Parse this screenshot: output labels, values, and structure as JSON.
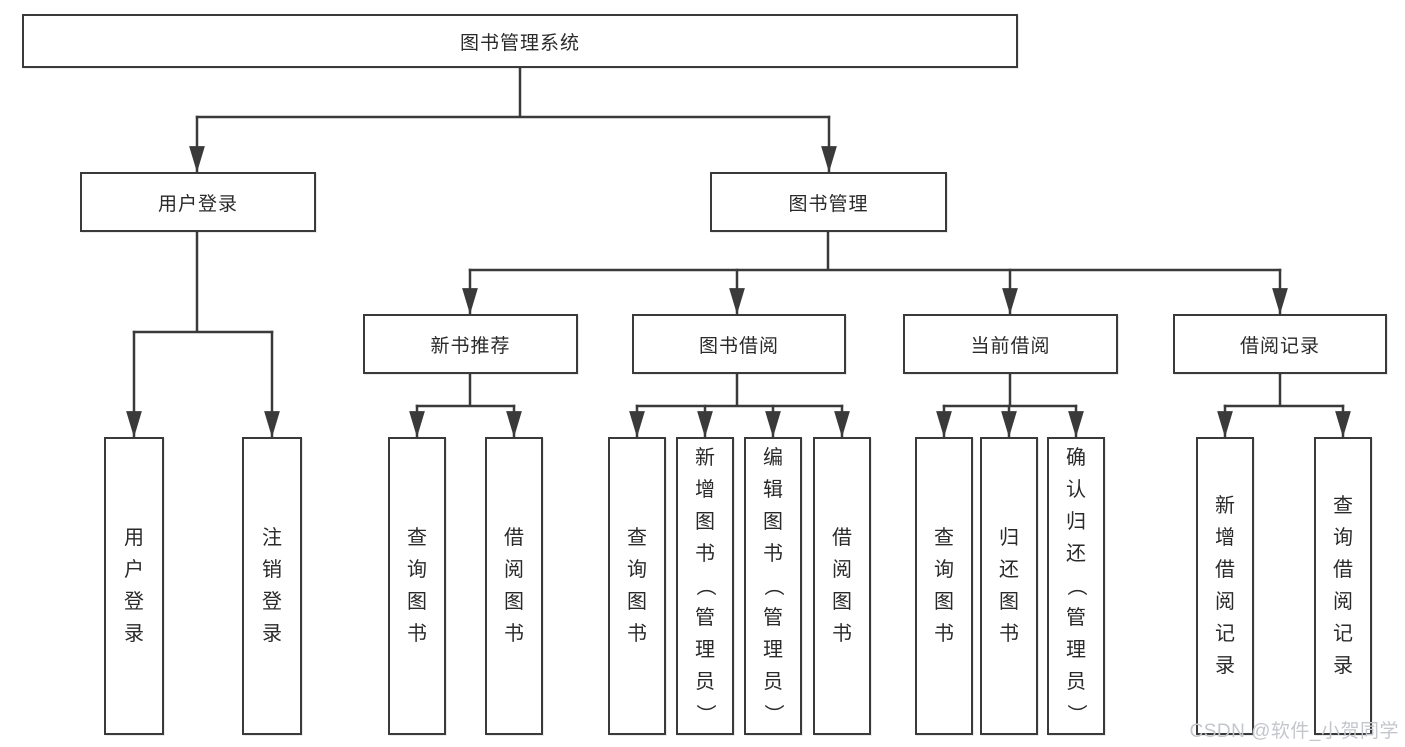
{
  "diagram": {
    "root": {
      "label": "图书管理系统"
    },
    "branches": [
      {
        "label": "用户登录",
        "children": [
          {
            "label": "用户登录"
          },
          {
            "label": "注销登录"
          }
        ]
      },
      {
        "label": "图书管理",
        "children": [
          {
            "label": "新书推荐",
            "children": [
              {
                "label": "查询图书"
              },
              {
                "label": "借阅图书"
              }
            ]
          },
          {
            "label": "图书借阅",
            "children": [
              {
                "label": "查询图书"
              },
              {
                "label": "新增图书（管理员）"
              },
              {
                "label": "编辑图书（管理员）"
              },
              {
                "label": "借阅图书"
              }
            ]
          },
          {
            "label": "当前借阅",
            "children": [
              {
                "label": "查询图书"
              },
              {
                "label": "归还图书"
              },
              {
                "label": "确认归还（管理员）"
              }
            ]
          },
          {
            "label": "借阅记录",
            "children": [
              {
                "label": "新增借阅记录"
              },
              {
                "label": "查询借阅记录"
              }
            ]
          }
        ]
      }
    ]
  },
  "watermark": {
    "text": "CSDN @软件_小贺同学"
  },
  "colors": {
    "line": "#3a3a3a",
    "box_border": "#3a3a3a",
    "text": "#2a2a2a",
    "watermark": "#c3c7cc",
    "background": "#ffffff"
  }
}
